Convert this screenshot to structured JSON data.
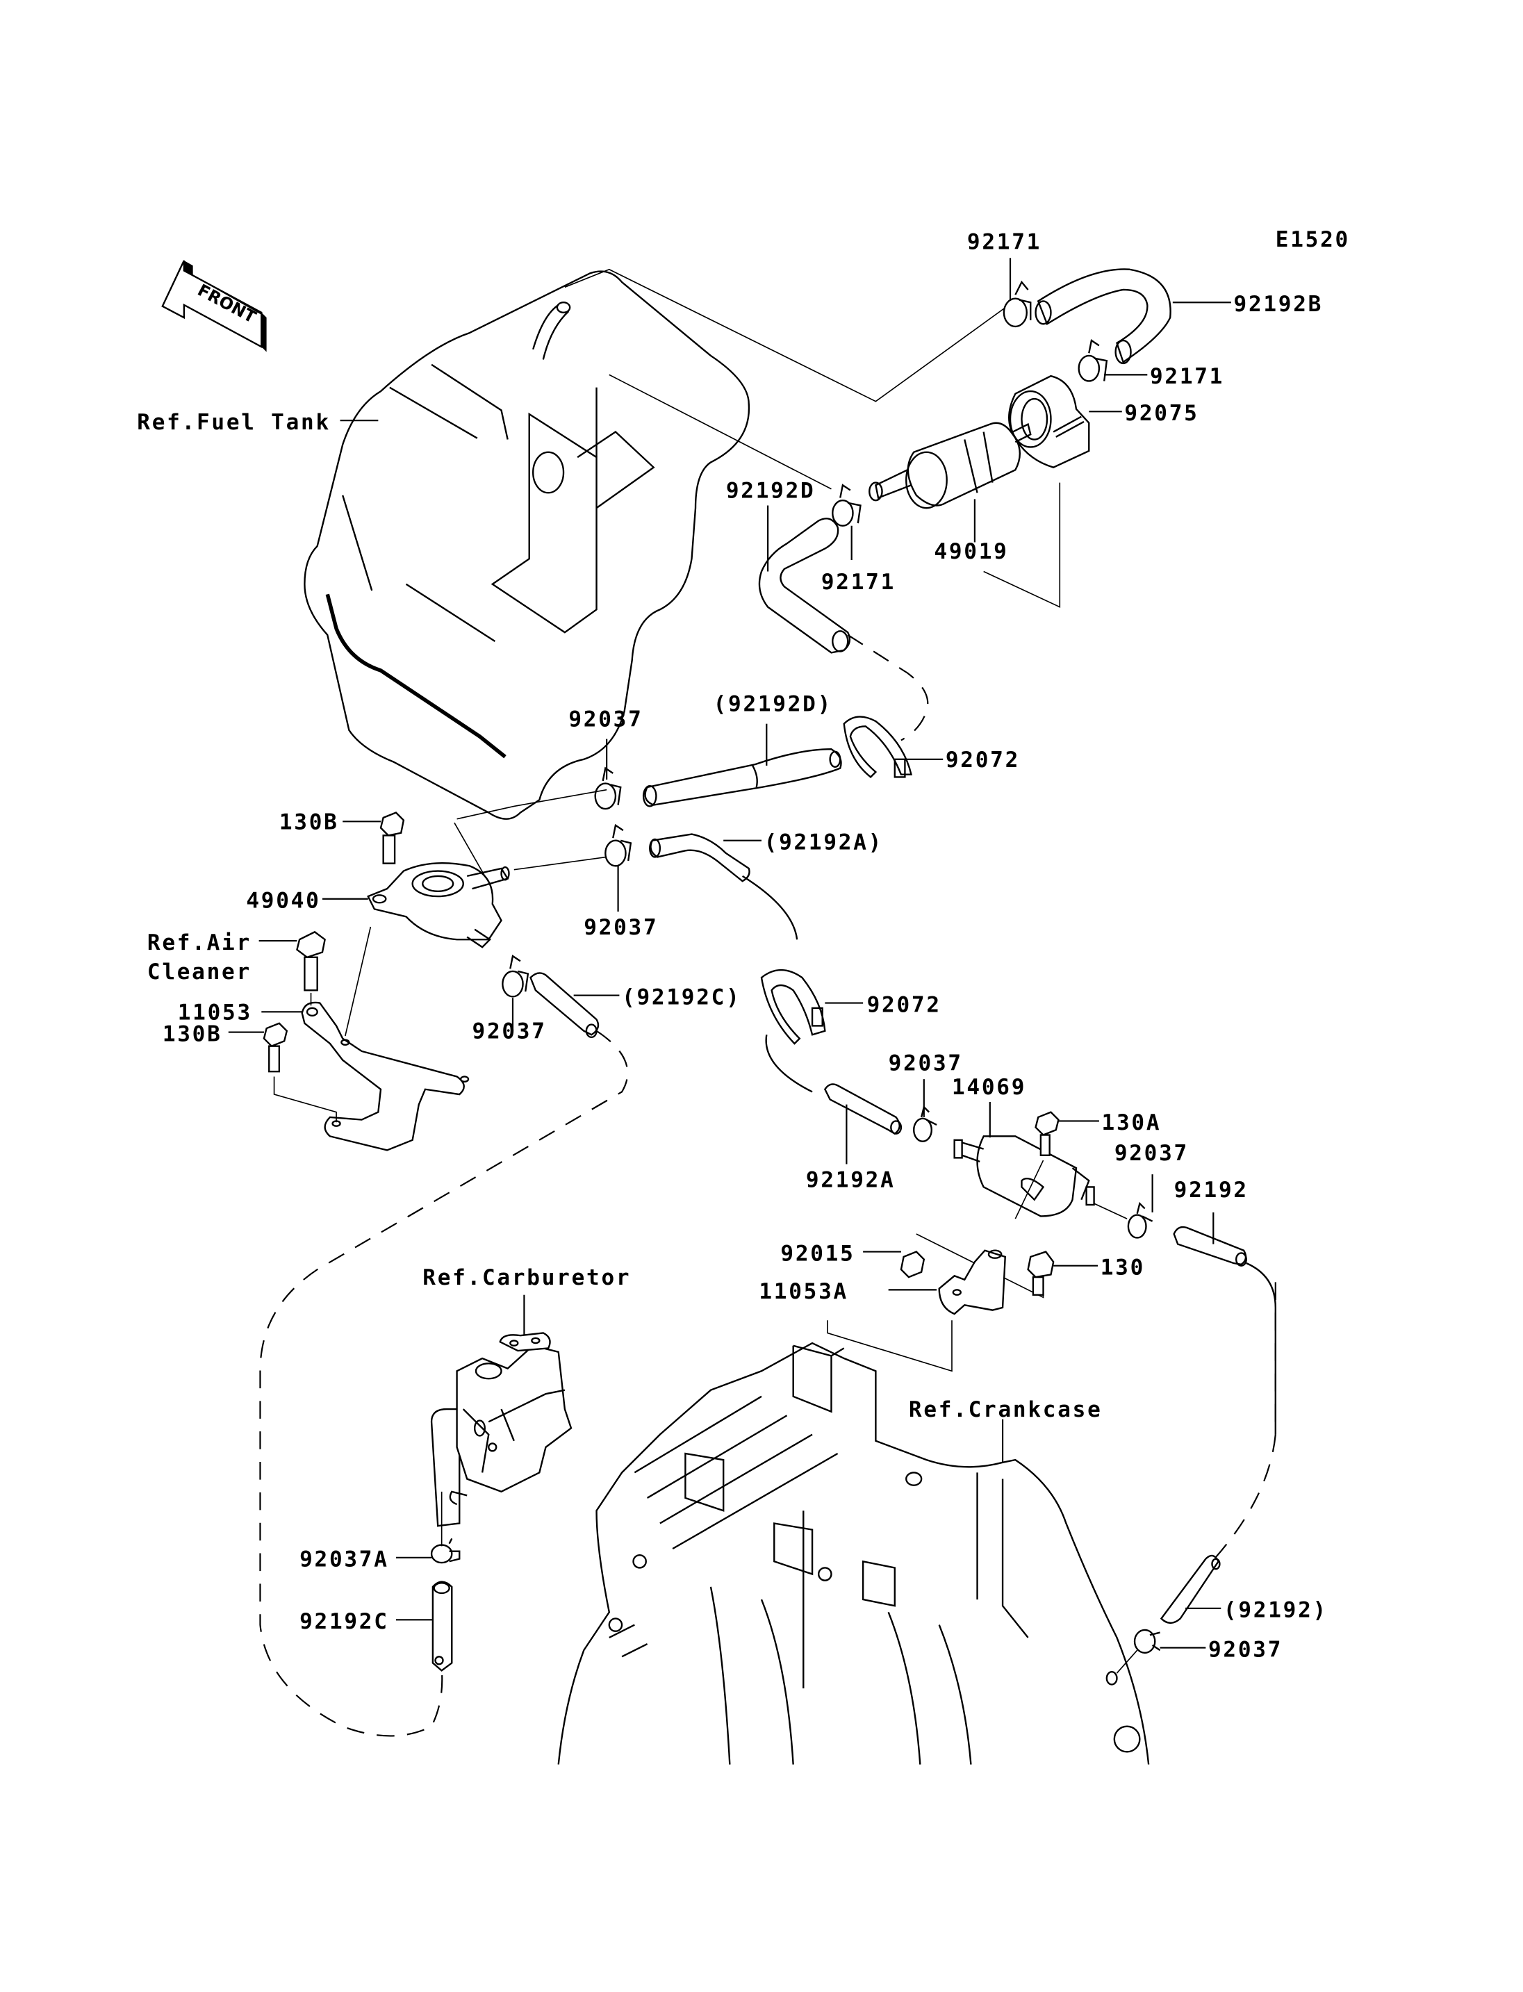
{
  "diagram": {
    "code": "E1520",
    "front_arrow": "FRONT",
    "references": {
      "fuel_tank": "Ref.Fuel Tank",
      "air_cleaner_line1": "Ref.Air",
      "air_cleaner_line2": "Cleaner",
      "carburetor": "Ref.Carburetor",
      "crankcase": "Ref.Crankcase"
    },
    "labels": {
      "clamp_top": "92171",
      "hose_u_top": "92192B",
      "clamp_upper_right": "92171",
      "holder_top": "92075",
      "hose_d": "92192D",
      "clamp_filter": "92171",
      "fuel_filter": "49019",
      "clamp_pump_top": "92037",
      "hose_d_ref": "(92192D)",
      "band_upper": "92072",
      "bolt_130b_top": "130B",
      "hose_a_ref": "(92192A)",
      "fuel_pump": "49040",
      "clamp_pump_mid": "92037",
      "bracket_11053": "11053",
      "clamp_pump_low": "92037",
      "hose_c_ref": "(92192C)",
      "bolt_130b_low": "130B",
      "band_lower": "92072",
      "clamp_filter2_in": "92037",
      "filter_14069": "14069",
      "bolt_130a": "130A",
      "clamp_filter2_out": "92037",
      "hose_a": "92192A",
      "hose_92192": "92192",
      "nut_92015": "92015",
      "bolt_130": "130",
      "bracket_11053a": "11053A",
      "clamp_carb": "92037A",
      "hose_c": "92192C",
      "hose_92192_ref": "(92192)",
      "clamp_crank": "92037"
    }
  }
}
